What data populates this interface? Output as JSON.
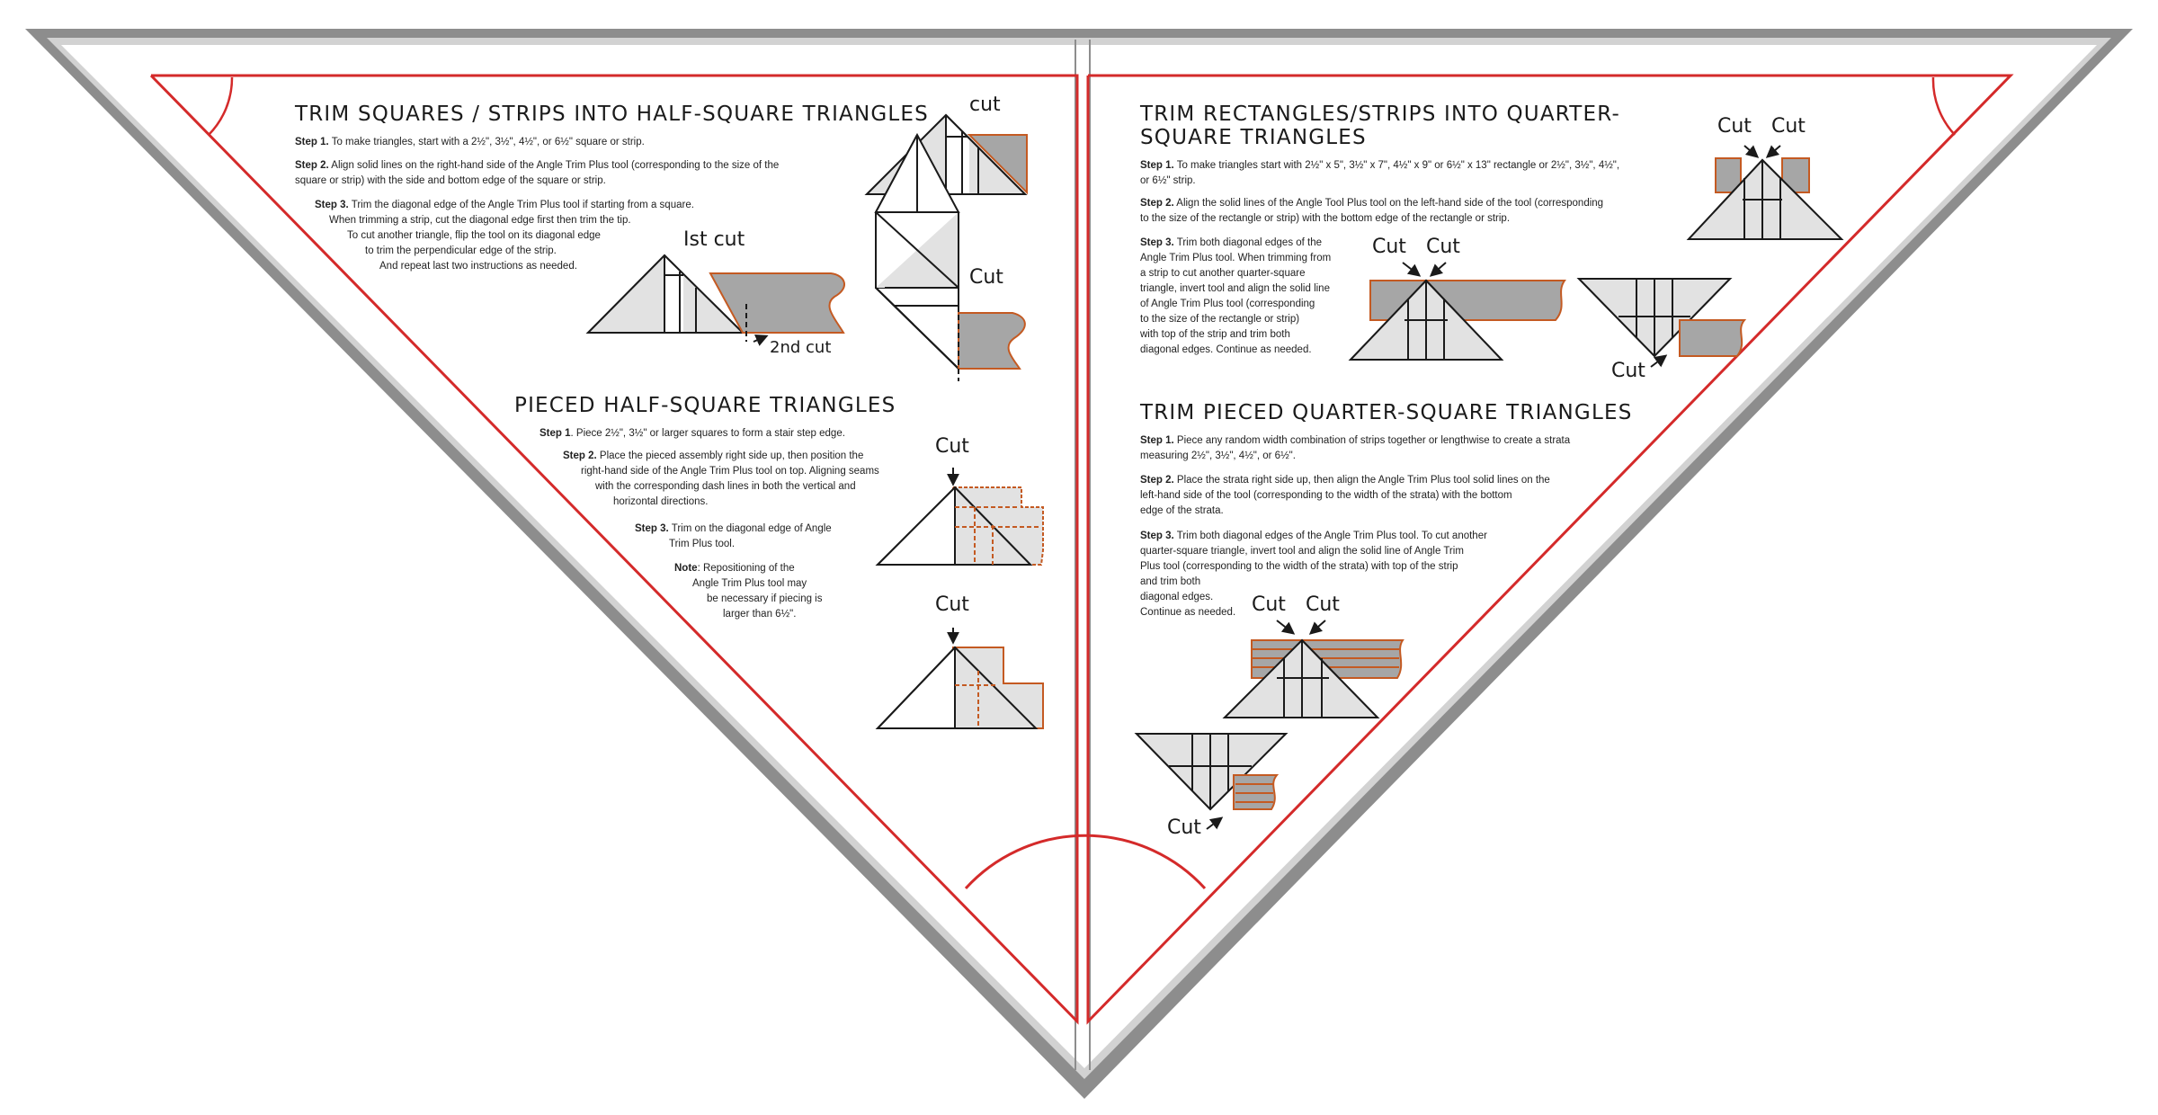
{
  "colors": {
    "frame_outer": "#8a8a8a",
    "frame_inner": "#cfcfcf",
    "guide_red": "#d42a2a",
    "strip_fill": "#a6a6a6",
    "strip_edge": "#c45a22",
    "light_fill": "#e2e2e2"
  },
  "left": {
    "sections": [
      {
        "heading": "TRIM SQUARES / STRIPS INTO HALF-SQUARE TRIANGLES",
        "steps": [
          {
            "label": "Step 1.",
            "lines": [
              "To make triangles, start with a 2½\", 3½\", 4½\", or 6½\" square or strip."
            ]
          },
          {
            "label": "Step 2.",
            "lines": [
              "Align solid lines on the right-hand side of the Angle Trim Plus tool (corresponding to the size of the",
              "square or strip) with the side and bottom edge of the square or strip."
            ]
          },
          {
            "label": "Step 3.",
            "lines": [
              "Trim the diagonal edge of the Angle Trim Plus tool if starting from a square.",
              "When trimming a strip, cut the diagonal edge first then trim the tip.",
              "To cut another triangle, flip the tool on its diagonal edge",
              "to trim the perpendicular edge of the strip.",
              "And repeat last two instructions as needed."
            ]
          }
        ],
        "callouts": [
          "cut",
          "Ist cut",
          "2nd cut",
          "Cut"
        ]
      },
      {
        "heading": "PIECED HALF-SQUARE TRIANGLES",
        "steps": [
          {
            "label": "Step 1",
            "lines": [
              ". Piece 2½\", 3½\" or larger squares to form a stair step edge."
            ]
          },
          {
            "label": "Step 2.",
            "lines": [
              "Place the pieced assembly right side up, then position the",
              "right-hand side of the Angle Trim Plus tool on top. Aligning seams",
              "with the corresponding dash lines in both the vertical and",
              "horizontal directions."
            ]
          },
          {
            "label": "Step 3.",
            "lines": [
              "Trim on the diagonal edge of Angle",
              "Trim Plus tool."
            ]
          },
          {
            "label": "Note",
            "lines": [
              ": Repositioning of the",
              "Angle Trim Plus tool may",
              "be necessary if piecing is",
              "larger than 6½\"."
            ]
          }
        ],
        "callouts": [
          "Cut",
          "Cut"
        ]
      }
    ]
  },
  "right": {
    "sections": [
      {
        "heading": "TRIM RECTANGLES/STRIPS INTO QUARTER-SQUARE TRIANGLES",
        "steps": [
          {
            "label": "Step 1.",
            "lines": [
              "To make triangles start with 2½\" x 5\", 3½\" x 7\", 4½\" x 9\" or 6½\" x 13\" rectangle or 2½\", 3½\", 4½\",",
              "or 6½\" strip."
            ]
          },
          {
            "label": "Step 2.",
            "lines": [
              "Align the solid lines of the Angle Tool Plus tool on the left-hand side of the tool (corresponding",
              "to the size of the rectangle or strip) with the bottom edge of the rectangle or strip."
            ]
          },
          {
            "label": "Step 3.",
            "lines": [
              "Trim both diagonal edges of the",
              "Angle Trim Plus tool. When trimming from",
              "a strip to cut another quarter-square",
              "triangle, invert tool and align the solid line",
              "of Angle Trim Plus tool (corresponding",
              "to the size of the rectangle or strip)",
              "with top of the strip and trim both",
              "diagonal edges. Continue as needed."
            ]
          }
        ],
        "callouts": [
          "Cut",
          "Cut",
          "Cut",
          "Cut",
          "Cut"
        ]
      },
      {
        "heading": "TRIM PIECED QUARTER-SQUARE TRIANGLES",
        "steps": [
          {
            "label": "Step 1.",
            "lines": [
              "Piece any random width combination of strips together or lengthwise to create a strata",
              "measuring 2½\", 3½\", 4½\", or 6½\"."
            ]
          },
          {
            "label": "Step 2.",
            "lines": [
              "Place the strata right side up, then align the Angle Trim Plus tool solid lines on the",
              "left-hand side of the tool (corresponding to the width of the strata) with the bottom",
              "edge of the strata."
            ]
          },
          {
            "label": "Step 3.",
            "lines": [
              "Trim both diagonal edges of the Angle Trim Plus tool. To cut another",
              "quarter-square triangle, invert tool and align the solid line of Angle Trim",
              "Plus tool (corresponding to the width of the strata) with top of the strip",
              "and trim both",
              "diagonal edges.",
              "Continue as needed."
            ]
          }
        ],
        "callouts": [
          "Cut",
          "Cut",
          "Cut"
        ]
      }
    ]
  }
}
